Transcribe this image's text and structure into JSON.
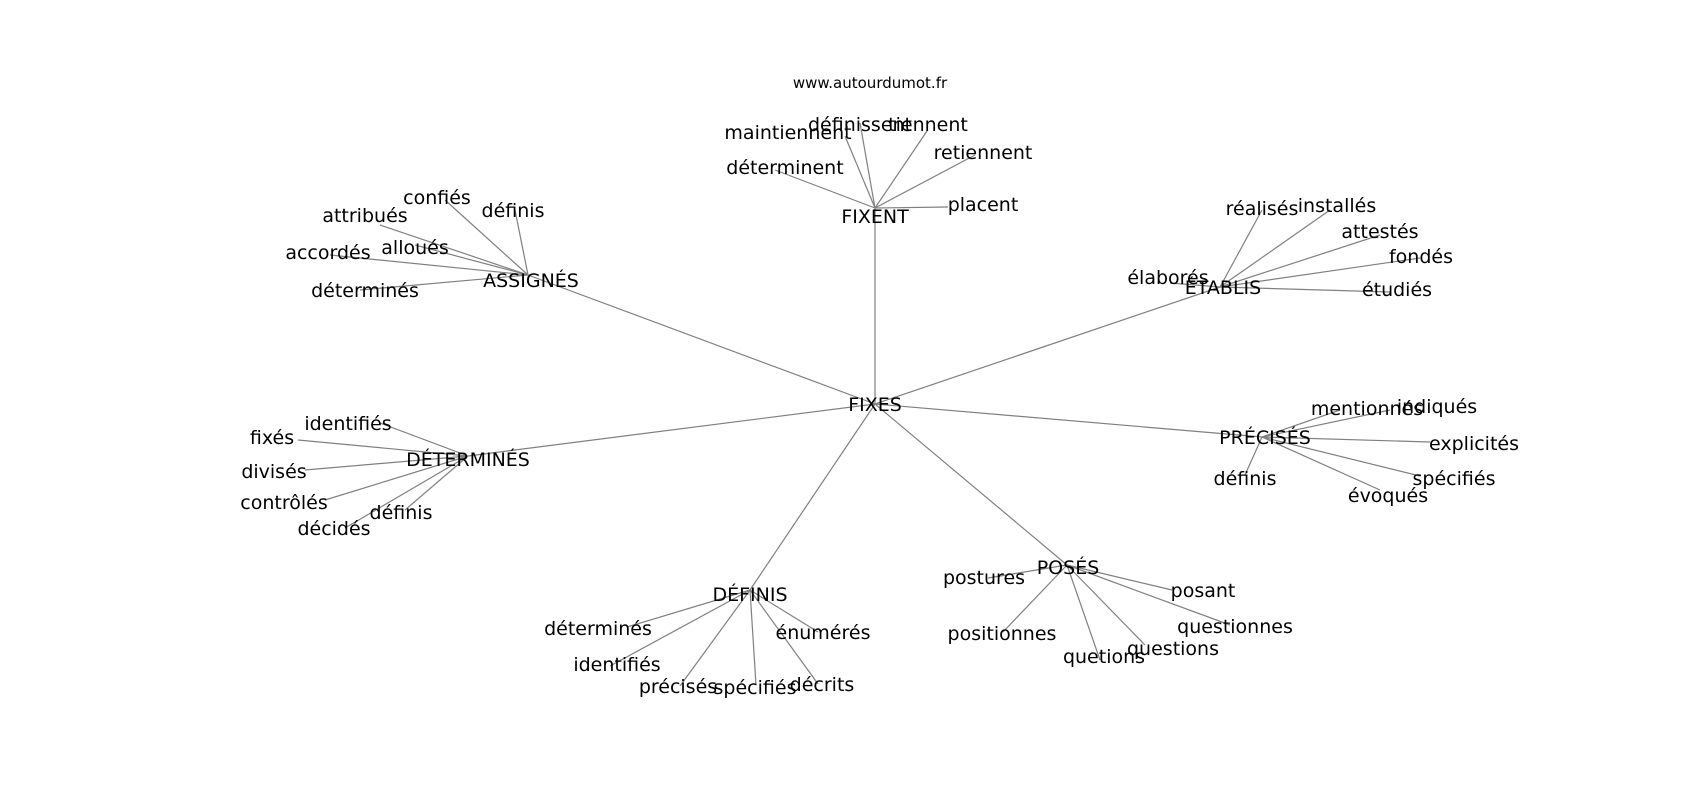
{
  "site": "www.autourdumot.fr",
  "center": "FIXES",
  "groups": [
    {
      "label": "FIXENT",
      "children": [
        "maintiennent",
        "définissent",
        "tiennent",
        "retiennent",
        "déterminent",
        "placent"
      ]
    },
    {
      "label": "ASSIGNÉS",
      "children": [
        "confiés",
        "définis",
        "attribués",
        "alloués",
        "accordés",
        "déterminés"
      ]
    },
    {
      "label": "ÉTABLIS",
      "children": [
        "réalisés",
        "installés",
        "attestés",
        "fondés",
        "élaborés",
        "étudiés"
      ]
    },
    {
      "label": "DÉTERMINÉS",
      "children": [
        "identifiés",
        "fixés",
        "divisés",
        "contrôlés",
        "définis",
        "décidés"
      ]
    },
    {
      "label": "PRÉCISÉS",
      "children": [
        "mentionnés",
        "indiqués",
        "explicités",
        "définis",
        "spécifiés",
        "évoqués"
      ]
    },
    {
      "label": "POSÉS",
      "children": [
        "postures",
        "posant",
        "questionnes",
        "positionnes",
        "quetions",
        "questions"
      ]
    },
    {
      "label": "DÉFINIS",
      "children": [
        "déterminés",
        "énumérés",
        "identifiés",
        "précisés",
        "spécifiés",
        "décrits"
      ]
    }
  ]
}
